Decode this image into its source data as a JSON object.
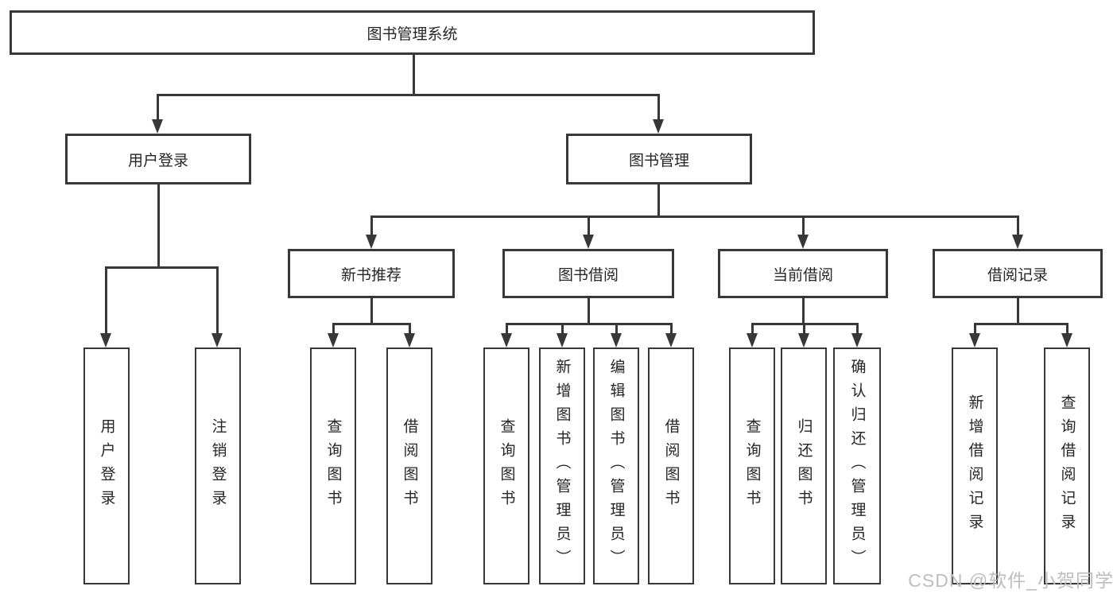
{
  "colors": {
    "line": "#383838",
    "text": "#262626",
    "box_background": "#ffffff",
    "page_background": "#ffffff",
    "watermark": "#bdbdbd"
  },
  "watermark": {
    "text": "CSDN @软件_小贺同学"
  },
  "nodes": {
    "root": "图书管理系统",
    "user_login": "用户登录",
    "book_mgmt": "图书管理",
    "new_book_rec": "新书推荐",
    "book_borrow": "图书借阅",
    "current_borrow": "当前借阅",
    "borrow_record": "借阅记录",
    "ul_user_login": "用户登录",
    "ul_logout": "注销登录",
    "nr_query_book": "查询图书",
    "nr_borrow_book": "借阅图书",
    "bb_query_book": "查询图书",
    "bb_add_book": "新增图书（管理员）",
    "bb_edit_book": "编辑图书（管理员）",
    "bb_borrow_book": "借阅图书",
    "cb_query_book": "查询图书",
    "cb_return_book": "归还图书",
    "cb_confirm_return": "确认归还（管理员）",
    "br_add_record": "新增借阅记录",
    "br_query_record": "查询借阅记录"
  },
  "tree": {
    "label": "图书管理系统",
    "children": [
      {
        "label": "用户登录",
        "children": [
          {
            "label": "用户登录"
          },
          {
            "label": "注销登录"
          }
        ]
      },
      {
        "label": "图书管理",
        "children": [
          {
            "label": "新书推荐",
            "children": [
              {
                "label": "查询图书"
              },
              {
                "label": "借阅图书"
              }
            ]
          },
          {
            "label": "图书借阅",
            "children": [
              {
                "label": "查询图书"
              },
              {
                "label": "新增图书（管理员）"
              },
              {
                "label": "编辑图书（管理员）"
              },
              {
                "label": "借阅图书"
              }
            ]
          },
          {
            "label": "当前借阅",
            "children": [
              {
                "label": "查询图书"
              },
              {
                "label": "归还图书"
              },
              {
                "label": "确认归还（管理员）"
              }
            ]
          },
          {
            "label": "借阅记录",
            "children": [
              {
                "label": "新增借阅记录"
              },
              {
                "label": "查询借阅记录"
              }
            ]
          }
        ]
      }
    ]
  }
}
